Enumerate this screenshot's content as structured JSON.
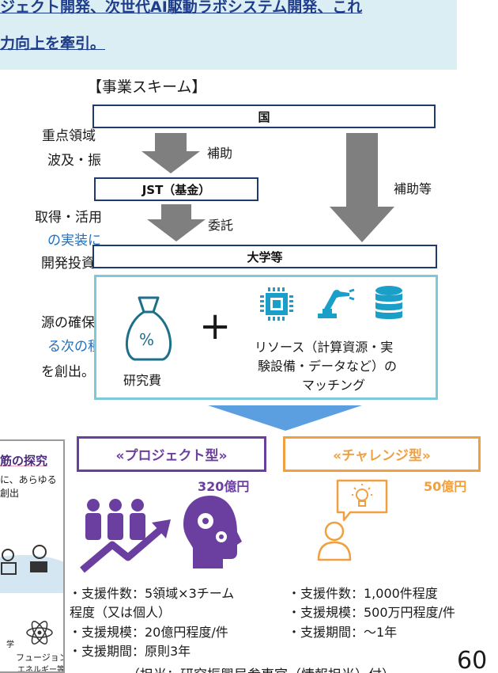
{
  "banner": {
    "line1": "ジェクト開発、次世代AI駆動ラボシステム開発、これ",
    "line2": "力向上を牽引。"
  },
  "left_text": {
    "l1": "重点領域",
    "l2": "波及・振",
    "l3": "取得・活用",
    "l4": "の実装に",
    "l5": "開発投資",
    "l6": "源の確保",
    "l7": "る次の種",
    "l8": "を創出。"
  },
  "scheme": {
    "title": "【事業スキーム】",
    "country": "国",
    "subsidy": "補助",
    "subsidy_etc": "補助等",
    "jst": "JST（基金）",
    "commission": "委託",
    "universities": "大学等"
  },
  "resources": {
    "research_fund_label": "研究費",
    "percent_symbol": "%",
    "plus": "+",
    "matching_line1": "リソース（計算資源・実",
    "matching_line2": "験設備・データなど）の",
    "matching_line3": "マッチング"
  },
  "left_panel": {
    "title": "筋の探究",
    "desc1": "に、あらゆる",
    "desc2": "創出",
    "fusion1": "フュージョン",
    "fusion2": "エネルギー等",
    "fragment": "学"
  },
  "project_type": {
    "label": "«プロジェクト型»",
    "amount": "320億円",
    "d1": "・支援件数：5領域×3チーム",
    "d2": "程度（又は個人）",
    "d3": "・支援規模：20億円程度/件",
    "d4": "・支援期間：原則3年"
  },
  "challenge_type": {
    "label": "«チャレンジ型»",
    "amount": "50億円",
    "d1": "・支援件数：1,000件程度",
    "d2": "・支援規模：500万円程度/件",
    "d3": "・支援期間：～1年"
  },
  "footer": {
    "note": "（担当：研究振興局参事官（情報担当）付）",
    "page_number": "60"
  },
  "colors": {
    "banner_bg": "#dbeef4",
    "banner_text": "#1f3d8a",
    "box_border": "#1f3a6e",
    "resource_border": "#7ec9d8",
    "project_purple": "#6b3fa0",
    "challenge_orange": "#f0a040",
    "arrow_gray": "#7f7f7f",
    "link_blue": "#1f6fc0"
  }
}
